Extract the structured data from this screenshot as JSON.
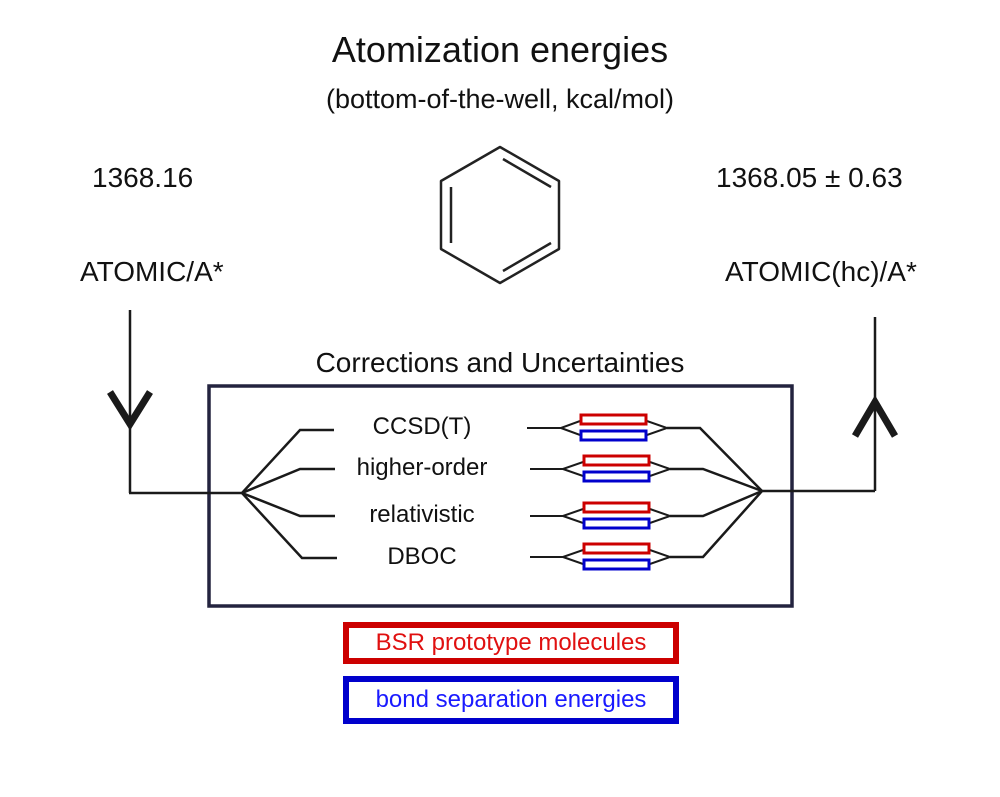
{
  "header": {
    "title": "Atomization energies",
    "subtitle": "(bottom-of-the-well, kcal/mol)"
  },
  "left": {
    "value": "1368.16",
    "method": "ATOMIC/A*",
    "arrow": "down-arrow"
  },
  "right": {
    "value": "1368.05 ± 0.63",
    "method": "ATOMIC(hc)/A*",
    "arrow": "up-arrow"
  },
  "molecule": {
    "name": "benzene",
    "icon": "benzene-ring-icon"
  },
  "corrections_box": {
    "title": "Corrections and Uncertainties",
    "items": [
      {
        "label": "CCSD(T)"
      },
      {
        "label": "higher-order"
      },
      {
        "label": "relativistic"
      },
      {
        "label": "DBOC"
      }
    ]
  },
  "legend": [
    {
      "label": "BSR prototype molecules",
      "color": "#cc0000"
    },
    {
      "label": "bond separation energies",
      "color": "#0000cc"
    }
  ],
  "colors": {
    "line": "#1a1a1a",
    "box_border": "#23233f",
    "bsr_red": "#cc0000",
    "bse_blue": "#0000cc"
  }
}
